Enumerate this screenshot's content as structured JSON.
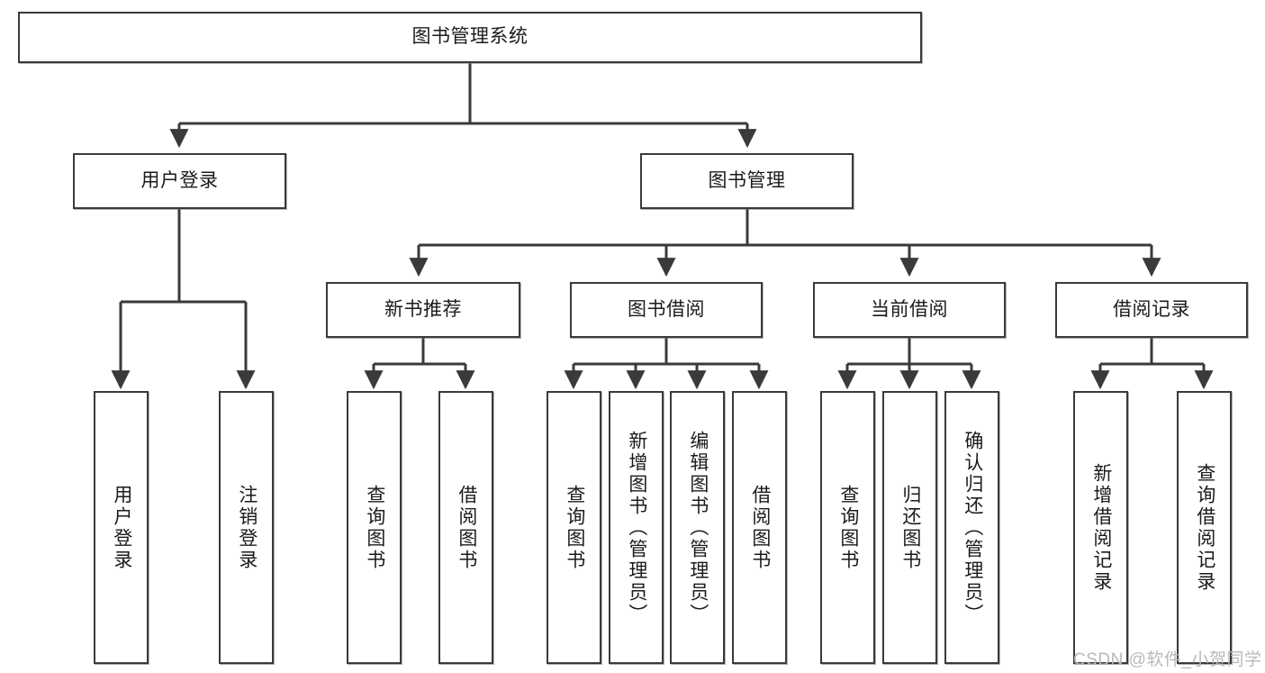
{
  "diagram": {
    "type": "tree",
    "title": "图书管理系统",
    "root": {
      "label": "图书管理系统"
    },
    "level2": [
      {
        "label": "用户登录"
      },
      {
        "label": "图书管理"
      }
    ],
    "level3": [
      {
        "label": "新书推荐"
      },
      {
        "label": "图书借阅"
      },
      {
        "label": "当前借阅"
      },
      {
        "label": "借阅记录"
      }
    ],
    "leaves": {
      "user_login": [
        {
          "label": "用户登录"
        },
        {
          "label": "注销登录"
        }
      ],
      "new_book_recommend": [
        {
          "label": "查询图书"
        },
        {
          "label": "借阅图书"
        }
      ],
      "book_borrow": [
        {
          "label": "查询图书"
        },
        {
          "label": "新增图书（管理员）"
        },
        {
          "label": "编辑图书（管理员）"
        },
        {
          "label": "借阅图书"
        }
      ],
      "current_borrow": [
        {
          "label": "查询图书"
        },
        {
          "label": "归还图书"
        },
        {
          "label": "确认归还（管理员）"
        }
      ],
      "borrow_record": [
        {
          "label": "新增借阅记录"
        },
        {
          "label": "查询借阅记录"
        }
      ]
    }
  },
  "watermark": {
    "text": "CSDN @软件_小贺同学"
  },
  "colors": {
    "stroke": "#3a3a3a",
    "fill": "#ffffff",
    "text": "#1b1b1b",
    "watermark": "#b9b9b9"
  }
}
